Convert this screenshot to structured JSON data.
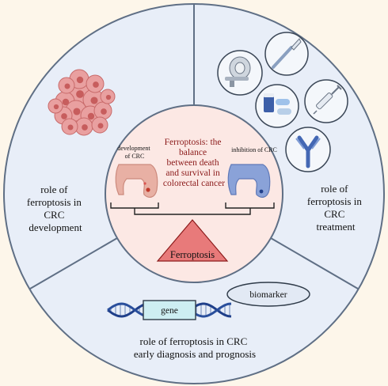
{
  "center": {
    "title_lines": [
      "Ferroptosis:  the",
      "balance",
      "between death",
      "and survival in",
      "colorectal cancer"
    ],
    "left_label_lines": [
      "development",
      "of CRC"
    ],
    "right_label_lines": [
      "inhibition of CRC"
    ],
    "fulcrum_label": "Ferroptosis"
  },
  "sections": {
    "left_lines": [
      "role of",
      "ferroptosis in",
      "CRC",
      "development"
    ],
    "right_lines": [
      "role of",
      "ferroptosis in",
      "CRC",
      "treatment"
    ],
    "bottom_lines": [
      "role of ferroptosis in CRC",
      "early diagnosis and prognosis"
    ]
  },
  "bottom_graphics": {
    "gene_label": "gene",
    "biomarker_label": "biomarker"
  },
  "treatment_icons": [
    "imaging-scanner-icon",
    "scalpel-icon",
    "pills-icon",
    "syringe-icon",
    "antibody-icon"
  ],
  "colors": {
    "section_fill": "#e8eef8",
    "outline": "#5f6f85",
    "center_fill": "#fce8e4",
    "title_red": "#8b1a1a",
    "fulcrum": "#e87a7a",
    "colon_left": "#e8b0a4",
    "colon_right": "#8aa2d8",
    "dna_blue": "#1f3f8a",
    "gene_box": "#cdeef2"
  }
}
